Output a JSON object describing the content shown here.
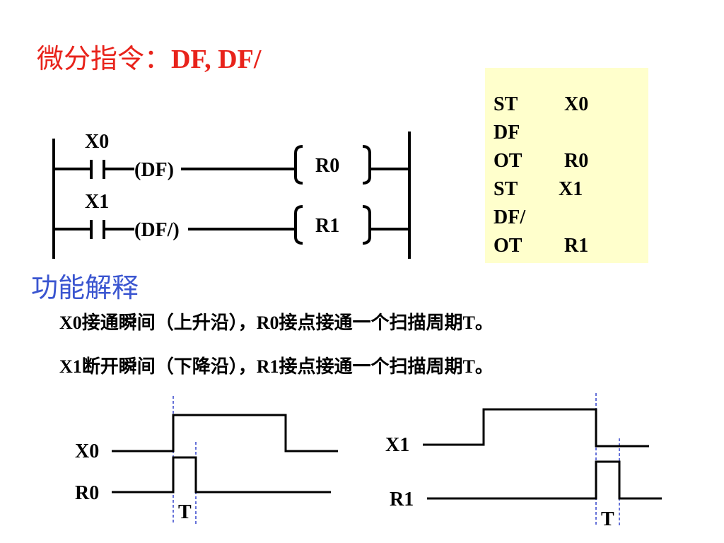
{
  "title": {
    "cn": "微分指令：",
    "en": "DF, DF/"
  },
  "ladder": {
    "rung1": {
      "contact": "X0",
      "instr": "(DF)",
      "coil": "R0"
    },
    "rung2": {
      "contact": "X1",
      "instr": "(DF/)",
      "coil": "R1"
    }
  },
  "code": [
    {
      "op": "ST",
      "arg": "X0"
    },
    {
      "op": "DF",
      "arg": ""
    },
    {
      "op": "OT",
      "arg": "R0"
    },
    {
      "op": "ST",
      "arg": "X1"
    },
    {
      "op": "DF/",
      "arg": ""
    },
    {
      "op": "OT",
      "arg": "R1"
    }
  ],
  "section_title": "功能解释",
  "descriptions": [
    "X0接通瞬间（上升沿），R0接点接通一个扫描周期T。",
    "X1断开瞬间（下降沿），R1接点接通一个扫描周期T。"
  ],
  "timing": {
    "left": {
      "input": "X0",
      "output": "R0",
      "period": "T"
    },
    "right": {
      "input": "X1",
      "output": "R1",
      "period": "T"
    }
  },
  "colors": {
    "title": "#e8231b",
    "section": "#3a55d0",
    "code_bg": "#ffffcc",
    "dashed": "#3344cc"
  }
}
